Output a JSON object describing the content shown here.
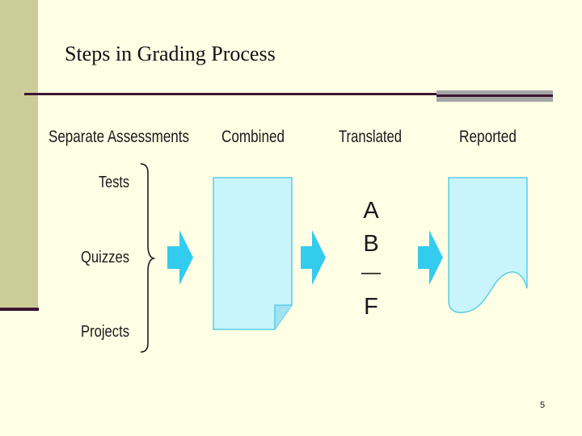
{
  "slide": {
    "title": "Steps in Grading Process",
    "page_number": "5"
  },
  "diagram": {
    "headers": {
      "separate": "Separate Assessments",
      "combined": "Combined",
      "translated": "Translated",
      "reported": "Reported"
    },
    "assessments": [
      "Tests",
      "Quizzes",
      "Projects"
    ],
    "grades": {
      "top": "A",
      "second": "B",
      "dash": "—",
      "bottom": "F"
    }
  },
  "colors": {
    "background": "#ffffe5",
    "sidebar": "#cccc99",
    "rule": "#3a1630",
    "document_fill": "#c8f4fb",
    "document_stroke": "#5ccce6",
    "arrow": "#33ccee"
  }
}
